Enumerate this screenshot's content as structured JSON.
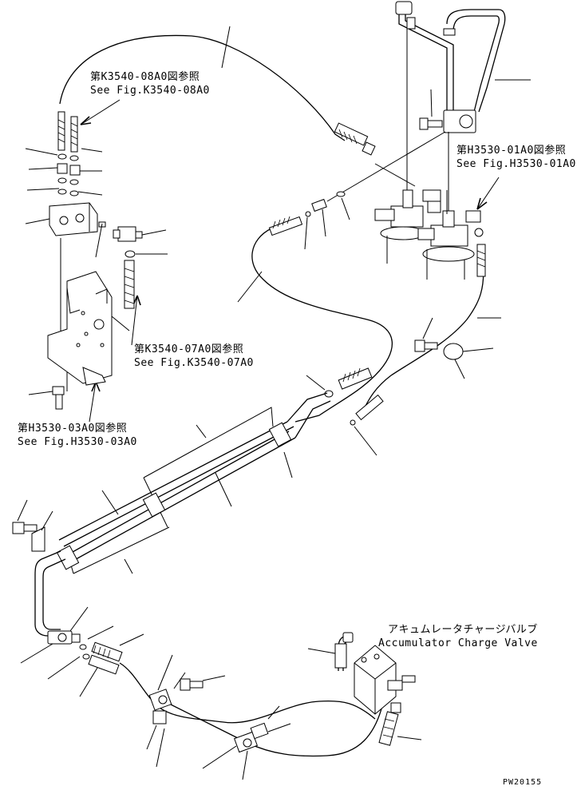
{
  "references": [
    {
      "id": "ref-k3540-08a0",
      "jp": "第K3540-08A0図参照",
      "en": "See Fig.K3540-08A0"
    },
    {
      "id": "ref-h3530-01a0",
      "jp": "第H3530-01A0図参照",
      "en": "See Fig.H3530-01A0"
    },
    {
      "id": "ref-k3540-07a0",
      "jp": "第K3540-07A0図参照",
      "en": "See Fig.K3540-07A0"
    },
    {
      "id": "ref-h3530-03a0",
      "jp": "第H3530-03A0図参照",
      "en": "See Fig.H3530-03A0"
    }
  ],
  "component": {
    "jp": "アキュムレータチャージバルブ",
    "en": "Accumulator Charge Valve"
  },
  "drawing_id": "PW20155"
}
